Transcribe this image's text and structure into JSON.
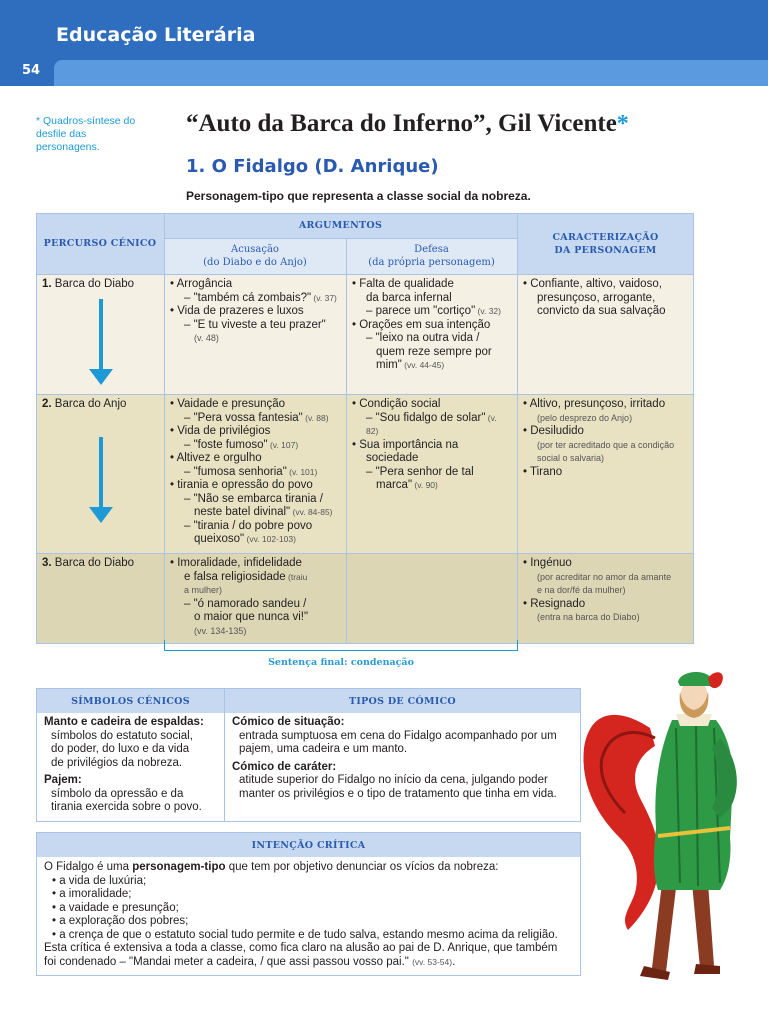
{
  "header": {
    "title": "Educação Literária",
    "page_number": "54"
  },
  "side_note": {
    "star": "*",
    "text": "Quadros-síntese do desfile das personagens."
  },
  "main_title": "“Auto da Barca do Inferno”, Gil Vicente",
  "title_star": "*",
  "section_title": "1. O Fidalgo (D. Anrique)",
  "intro": "Personagem-tipo que representa a classe social da nobreza.",
  "table": {
    "headers": {
      "percurso": "PERCURSO CÉNICO",
      "argumentos": "ARGUMENTOS",
      "acusacao_1": "Acusação",
      "acusacao_2": "(do Diabo e do Anjo)",
      "defesa_1": "Defesa",
      "defesa_2": "(da própria personagem)",
      "caract_1": "CARACTERIZAÇÃO",
      "caract_2": "DA PERSONAGEM"
    },
    "rows": [
      {
        "num": "1.",
        "place": "Barca do Diabo",
        "acusacao": [
          {
            "level": 1,
            "text": "• Arrogância"
          },
          {
            "level": 2,
            "text": "– \"também cá zombais?\"",
            "ref": "(v. 37)"
          },
          {
            "level": 1,
            "text": "• Vida de prazeres e luxos"
          },
          {
            "level": 2,
            "text": "– \"E tu viveste a teu prazer\""
          },
          {
            "level": 3,
            "text": "",
            "ref": "(v. 48)"
          }
        ],
        "defesa": [
          {
            "level": 1,
            "text": "• Falta de qualidade"
          },
          {
            "level": 2,
            "text": "da barca infernal"
          },
          {
            "level": 2,
            "text": "– parece um \"cortiço\"",
            "ref": "(v. 32)"
          },
          {
            "level": 1,
            "text": "• Orações em sua intenção"
          },
          {
            "level": 2,
            "text": "– \"leixo na outra vida /"
          },
          {
            "level": 3,
            "text": "quem reze sempre por"
          },
          {
            "level": 3,
            "text": "mim\"",
            "ref": "(vv. 44-45)"
          }
        ],
        "caract": [
          {
            "level": 1,
            "text": "• Confiante, altivo, vaidoso,"
          },
          {
            "level": 2,
            "text": "presunçoso, arrogante,"
          },
          {
            "level": 2,
            "text": "convicto da sua salvação"
          }
        ]
      },
      {
        "num": "2.",
        "place": "Barca do Anjo",
        "acusacao": [
          {
            "level": 1,
            "text": "• Vaidade e presunção"
          },
          {
            "level": 2,
            "text": "– \"Pera vossa fantesia\"",
            "ref": "(v. 88)"
          },
          {
            "level": 1,
            "text": "• Vida de privilégios"
          },
          {
            "level": 2,
            "text": "– \"foste fumoso\"",
            "ref": "(v. 107)"
          },
          {
            "level": 1,
            "text": "• Altivez e orgulho"
          },
          {
            "level": 2,
            "text": "– \"fumosa senhoria\"",
            "ref": "(v. 101)"
          },
          {
            "level": 1,
            "text": "• tirania e opressão do povo"
          },
          {
            "level": 2,
            "text": "– \"Não se embarca tirania /"
          },
          {
            "level": 3,
            "text": "neste batel divinal\"",
            "ref": "(vv. 84-85)"
          },
          {
            "level": 2,
            "text": "– \"tirania / do pobre povo"
          },
          {
            "level": 3,
            "text": "queixoso\"",
            "ref": "(vv. 102-103)"
          }
        ],
        "defesa": [
          {
            "level": 1,
            "text": "• Condição social"
          },
          {
            "level": 2,
            "text": "– \"Sou fidalgo de solar\"",
            "ref": "(v. 82)"
          },
          {
            "level": 1,
            "text": "• Sua importância na"
          },
          {
            "level": 2,
            "text": "sociedade"
          },
          {
            "level": 2,
            "text": "– \"Pera senhor de tal"
          },
          {
            "level": 3,
            "text": "marca\"",
            "ref": "(v. 90)"
          }
        ],
        "caract": [
          {
            "level": 1,
            "text": "• Altivo, presunçoso, irritado"
          },
          {
            "level": 2,
            "text": "",
            "ref": "(pelo desprezo do Anjo)"
          },
          {
            "level": 1,
            "text": "• Desiludido"
          },
          {
            "level": 2,
            "text": "",
            "ref": "(por ter acreditado que a condição"
          },
          {
            "level": 2,
            "text": "",
            "ref": "social o salvaria)"
          },
          {
            "level": 1,
            "text": "• Tirano"
          }
        ]
      },
      {
        "num": "3.",
        "place": "Barca do Diabo",
        "acusacao": [
          {
            "level": 1,
            "text": "• Imoralidade, infidelidade"
          },
          {
            "level": 2,
            "text": "e falsa religiosidade",
            "ref": "(traiu"
          },
          {
            "level": 2,
            "text": "",
            "ref": "a mulher)"
          },
          {
            "level": 2,
            "text": "– \"ó namorado sandeu /"
          },
          {
            "level": 3,
            "text": "o maior que nunca vi!\""
          },
          {
            "level": 3,
            "text": "",
            "ref": "(vv. 134-135)"
          }
        ],
        "defesa": [],
        "caract": [
          {
            "level": 1,
            "text": "• Ingénuo"
          },
          {
            "level": 2,
            "text": "",
            "ref": "(por acreditar no amor da amante"
          },
          {
            "level": 2,
            "text": "",
            "ref": "e na dor/fé da mulher)"
          },
          {
            "level": 1,
            "text": "• Resignado"
          },
          {
            "level": 2,
            "text": "",
            "ref": "(entra na barca do Diabo)"
          }
        ]
      }
    ],
    "sentence_final": "Sentença final: condenação"
  },
  "symbols": {
    "header_left": "SÍMBOLOS CÉNICOS",
    "header_right": "TIPOS DE CÓMICO",
    "left": [
      {
        "title": "Manto e cadeira de espaldas:",
        "lines": [
          "símbolos do estatuto social,",
          "do poder, do luxo e da vida",
          "de privilégios da nobreza."
        ]
      },
      {
        "title": "Pajem:",
        "lines": [
          "símbolo da opressão e da",
          "tirania exercida sobre o povo."
        ]
      }
    ],
    "right": [
      {
        "title": "Cómico de situação:",
        "lines": [
          "entrada sumptuosa em cena do Fidalgo acompanhado por um",
          "pajem, uma cadeira e um manto."
        ]
      },
      {
        "title": "Cómico de caráter:",
        "lines": [
          "atitude superior do Fidalgo no início da cena, julgando poder",
          "manter os privilégios e o tipo de tratamento que tinha em vida."
        ]
      }
    ]
  },
  "intention": {
    "header": "INTENÇÃO CRÍTICA",
    "lead_pre": "O Fidalgo é uma ",
    "lead_bold": "personagem-tipo",
    "lead_post": " que tem por objetivo denunciar os vícios da nobreza:",
    "bullets": [
      "• a vida de luxúria;",
      "• a imoralidade;",
      "• a vaidade e presunção;",
      "• a exploração dos pobres;",
      "• a crença de que o estatuto social tudo permite e de tudo salva, estando mesmo acima da religião."
    ],
    "closing_1": "Esta crítica é extensiva a toda a classe, como fica claro na alusão ao pai de D. Anrique, que também",
    "closing_2": "foi condenado – \"Mandai meter a cadeira, / que assi passou vosso pai.\"",
    "closing_ref": "(vv. 53-54)",
    "closing_end": "."
  },
  "colors": {
    "header_blue": "#2f6dbf",
    "band_blue": "#5c9ae0",
    "accent_cyan": "#1d9ad6",
    "table_header": "#c7d9f0",
    "row_light": "#f4f1e4",
    "row_dark": "#e8e2c3"
  }
}
